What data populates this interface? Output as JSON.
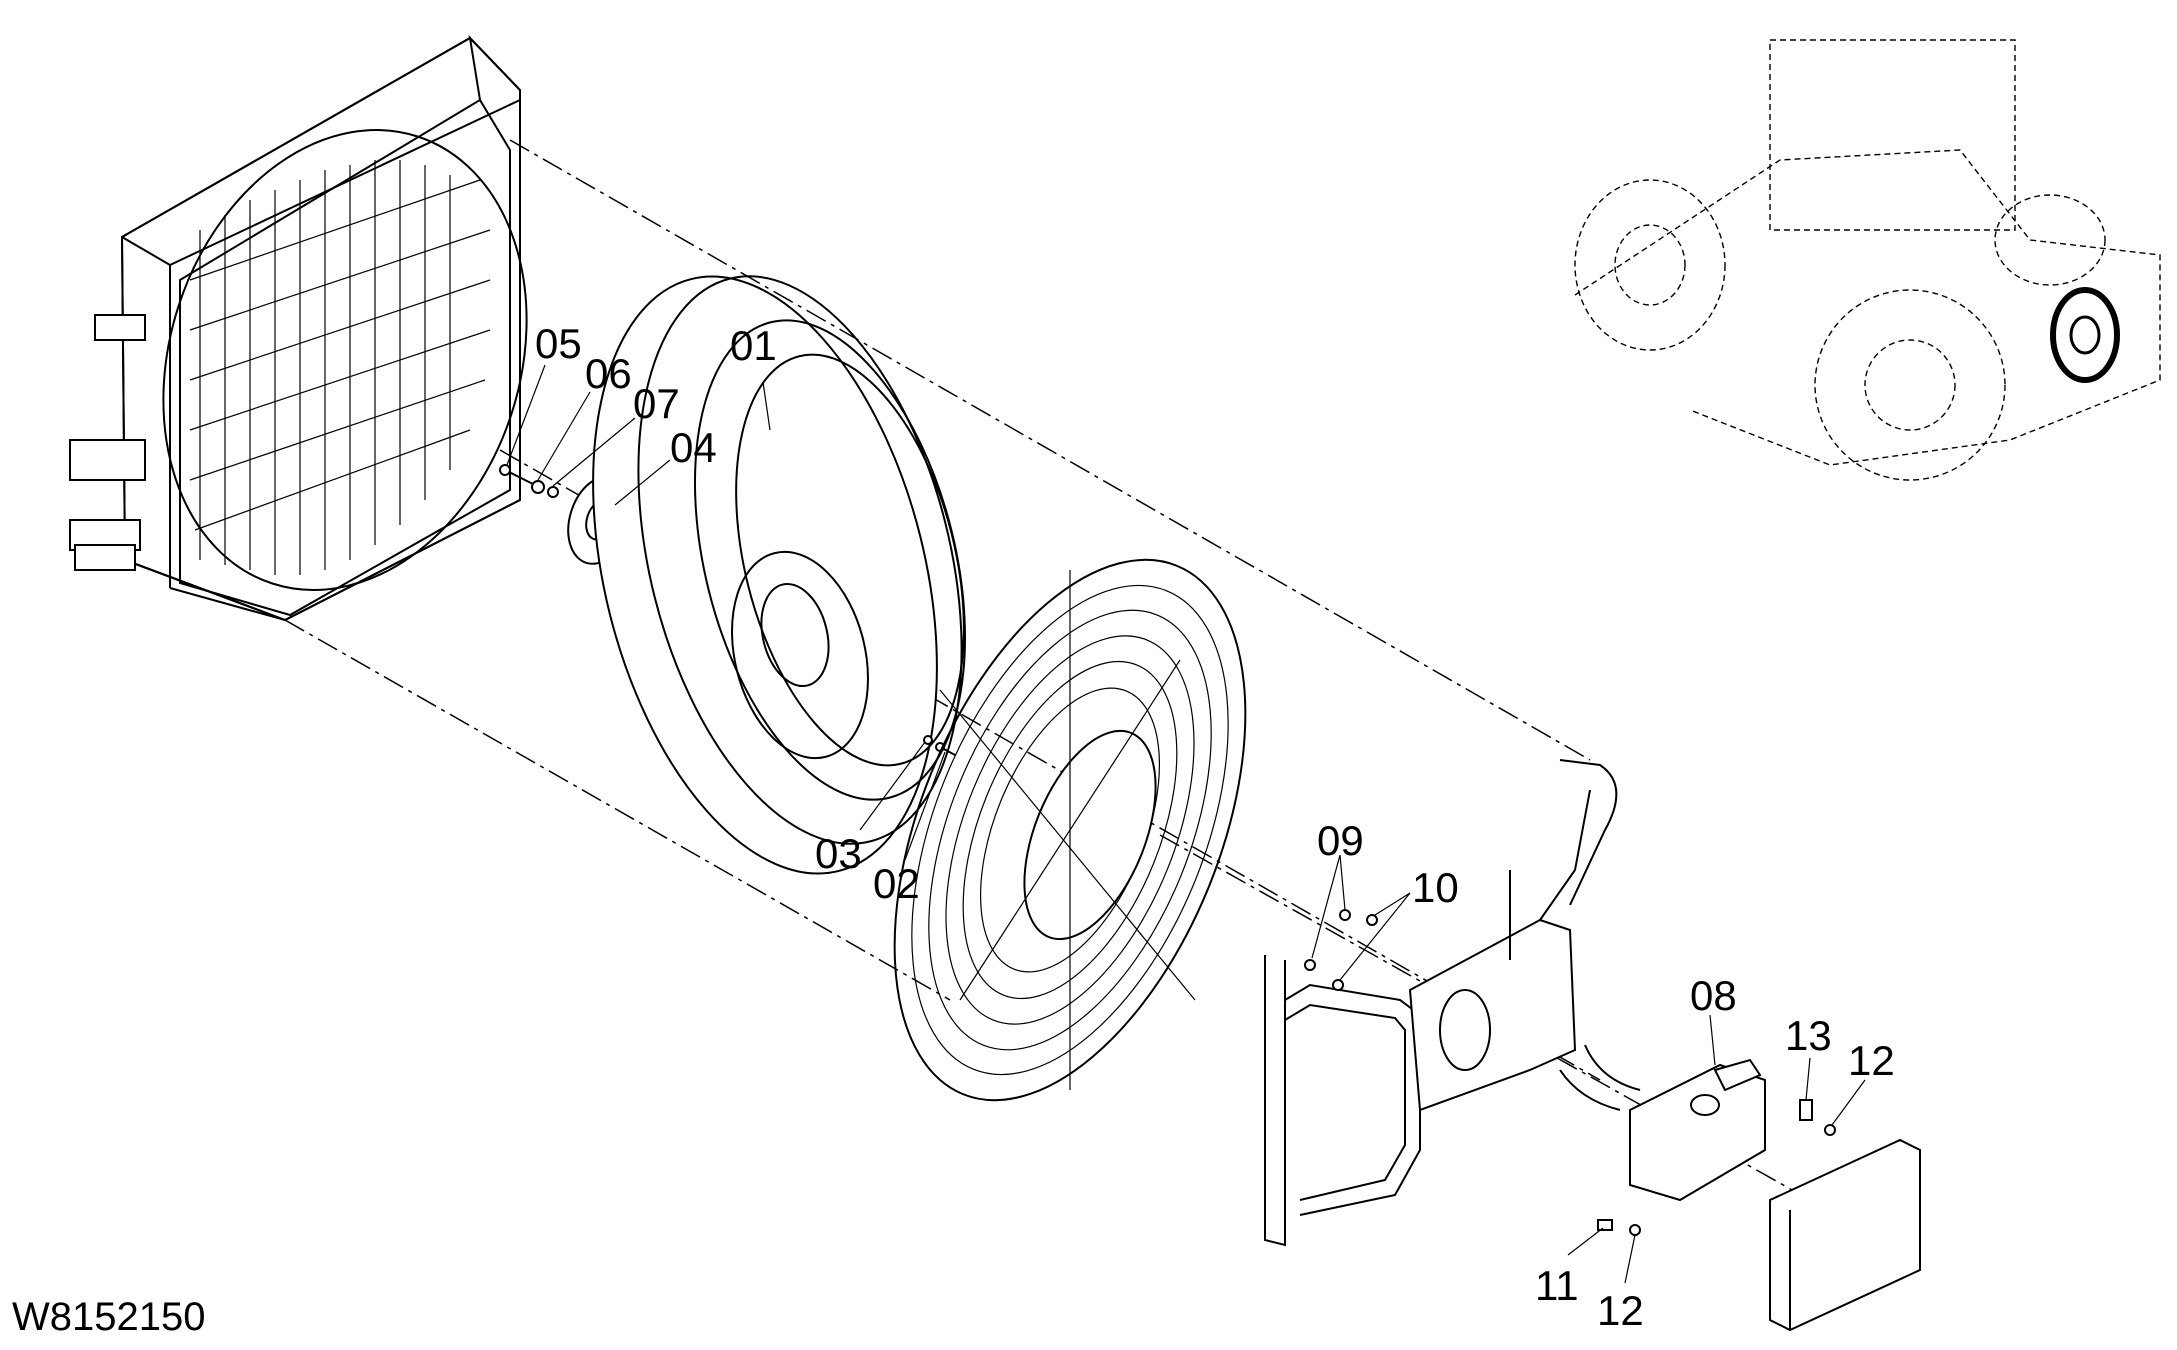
{
  "drawing_id": "W8152150",
  "part_labels": [
    "01",
    "02",
    "03",
    "04",
    "05",
    "06",
    "07",
    "08",
    "09",
    "10",
    "11",
    "12",
    "12",
    "13"
  ]
}
